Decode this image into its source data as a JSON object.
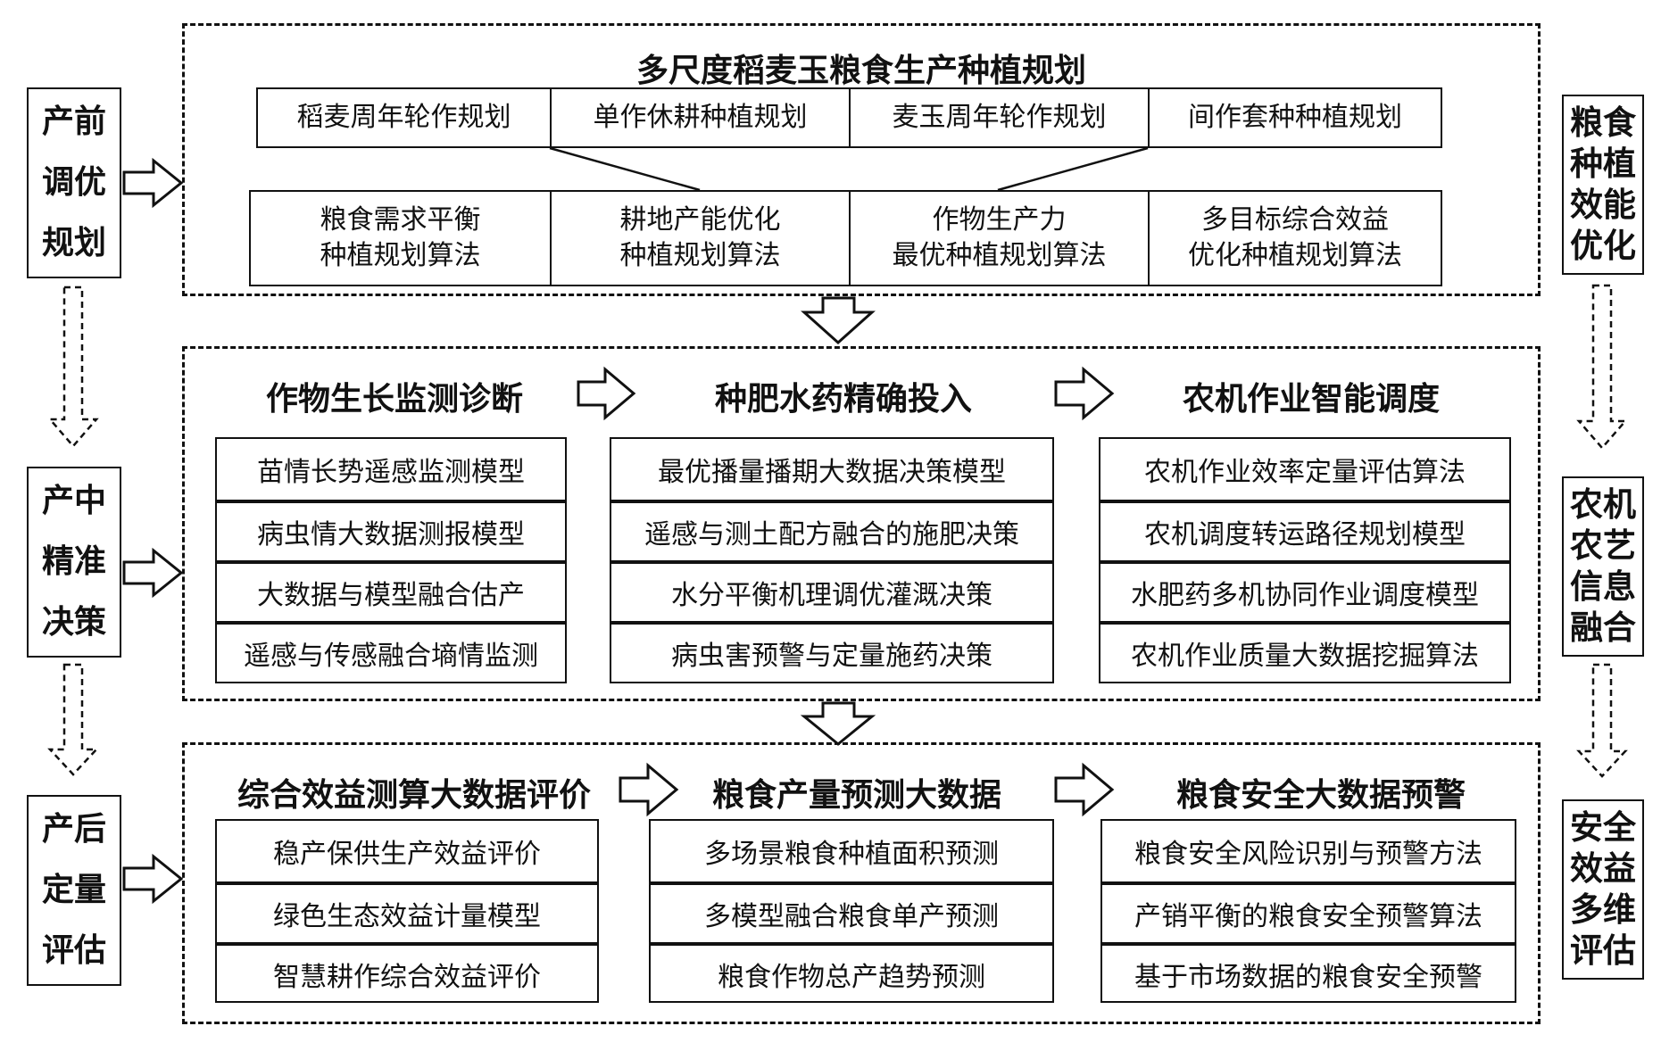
{
  "left_labels": [
    {
      "lines": [
        "产前",
        "调优",
        "规划"
      ]
    },
    {
      "lines": [
        "产中",
        "精准",
        "决策"
      ]
    },
    {
      "lines": [
        "产后",
        "定量",
        "评估"
      ]
    }
  ],
  "right_labels": [
    {
      "lines": [
        "粮食",
        "种植",
        "效能",
        "优化"
      ]
    },
    {
      "lines": [
        "农机",
        "农艺",
        "信息",
        "融合"
      ]
    },
    {
      "lines": [
        "安全",
        "效益",
        "多维",
        "评估"
      ]
    }
  ],
  "planning": {
    "title": "多尺度稻麦玉粮食生产种植规划",
    "plans": [
      "稻麦周年轮作规划",
      "单作休耕种植规划",
      "麦玉周年轮作规划",
      "间作套种种植规划"
    ],
    "algorithms": [
      {
        "line1": "粮食需求平衡",
        "line2": "种植规划算法"
      },
      {
        "line1": "耕地产能优化",
        "line2": "种植规划算法"
      },
      {
        "line1": "作物生产力",
        "line2": "最优种植规划算法"
      },
      {
        "line1": "多目标综合效益",
        "line2": "优化种植规划算法"
      }
    ]
  },
  "decision": {
    "columns": [
      {
        "title": "作物生长监测诊断",
        "items": [
          "苗情长势遥感监测模型",
          "病虫情大数据测报模型",
          "大数据与模型融合估产",
          "遥感与传感融合墒情监测"
        ]
      },
      {
        "title": "种肥水药精确投入",
        "items": [
          "最优播量播期大数据决策模型",
          "遥感与测土配方融合的施肥决策",
          "水分平衡机理调优灌溉决策",
          "病虫害预警与定量施药决策"
        ]
      },
      {
        "title": "农机作业智能调度",
        "items": [
          "农机作业效率定量评估算法",
          "农机调度转运路径规划模型",
          "水肥药多机协同作业调度模型",
          "农机作业质量大数据挖掘算法"
        ]
      }
    ]
  },
  "evaluation": {
    "columns": [
      {
        "title": "综合效益测算大数据评价",
        "items": [
          "稳产保供生产效益评价",
          "绿色生态效益计量模型",
          "智慧耕作综合效益评价"
        ]
      },
      {
        "title": "粮食产量预测大数据",
        "items": [
          "多场景粮食种植面积预测",
          "多模型融合粮食单产预测",
          "粮食作物总产趋势预测"
        ]
      },
      {
        "title": "粮食安全大数据预警",
        "items": [
          "粮食安全风险识别与预警方法",
          "产销平衡的粮食安全预警算法",
          "基于市场数据的粮食安全预警"
        ]
      }
    ]
  }
}
